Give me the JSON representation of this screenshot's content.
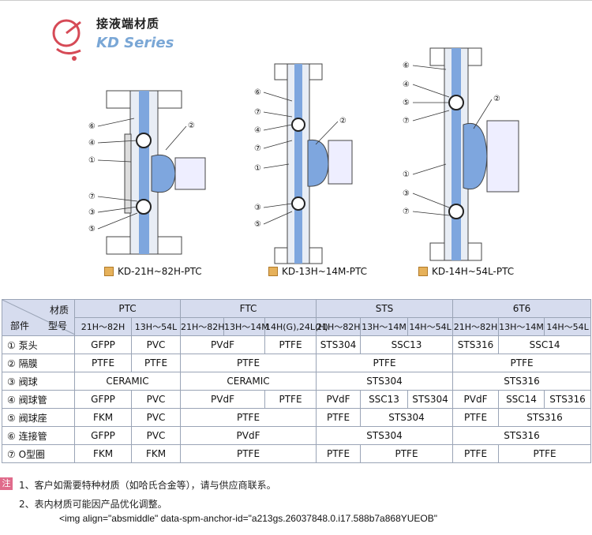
{
  "header": {
    "title_zh": "接液端材质",
    "title_en": "KD Series"
  },
  "diagrams": [
    {
      "caption": "KD-21H~82H-PTC",
      "callouts": [
        "⑥",
        "④",
        "①",
        "⑦",
        "③",
        "⑤",
        "②"
      ]
    },
    {
      "caption": "KD-13H~14M-PTC",
      "callouts": [
        "⑥",
        "⑦",
        "④",
        "⑦",
        "①",
        "③",
        "⑤",
        "②"
      ]
    },
    {
      "caption": "KD-14H~54L-PTC",
      "callouts": [
        "⑥",
        "④",
        "⑤",
        "⑦",
        "①",
        "③",
        "⑦",
        "②"
      ]
    }
  ],
  "table": {
    "corner": {
      "material": "材质",
      "part": "部件",
      "model": "型号"
    },
    "groups": [
      "PTC",
      "FTC",
      "STS",
      "6T6"
    ],
    "models": [
      "21H～82H",
      "13H～54L",
      "21H～82H",
      "13H～14M",
      "14H(G),24L(H)",
      "21H～82H",
      "13H～14M",
      "14H～54L",
      "21H～82H",
      "13H～14M",
      "14H～54L"
    ],
    "rows": [
      {
        "label": "① 泵头",
        "cells": [
          [
            "GFPP",
            1
          ],
          [
            "PVC",
            1
          ],
          [
            "PVdF",
            2
          ],
          [
            "PTFE",
            1
          ],
          [
            "STS304",
            1
          ],
          [
            "SSC13",
            2
          ],
          [
            "STS316",
            1
          ],
          [
            "SSC14",
            2
          ]
        ]
      },
      {
        "label": "② 隔膜",
        "cells": [
          [
            "PTFE",
            1
          ],
          [
            "PTFE",
            1
          ],
          [
            "PTFE",
            3
          ],
          [
            "PTFE",
            3
          ],
          [
            "PTFE",
            3
          ]
        ]
      },
      {
        "label": "③ 阀球",
        "cells": [
          [
            "CERAMIC",
            2
          ],
          [
            "CERAMIC",
            3
          ],
          [
            "STS304",
            3
          ],
          [
            "STS316",
            3
          ]
        ]
      },
      {
        "label": "④ 阀球管",
        "cells": [
          [
            "GFPP",
            1
          ],
          [
            "PVC",
            1
          ],
          [
            "PVdF",
            2
          ],
          [
            "PTFE",
            1
          ],
          [
            "PVdF",
            1
          ],
          [
            "SSC13",
            1
          ],
          [
            "STS304",
            1
          ],
          [
            "PVdF",
            1
          ],
          [
            "SSC14",
            1
          ],
          [
            "STS316",
            1
          ]
        ]
      },
      {
        "label": "⑤ 阀球座",
        "cells": [
          [
            "FKM",
            1
          ],
          [
            "PVC",
            1
          ],
          [
            "PTFE",
            3
          ],
          [
            "PTFE",
            1
          ],
          [
            "STS304",
            2
          ],
          [
            "PTFE",
            1
          ],
          [
            "STS316",
            2
          ]
        ]
      },
      {
        "label": "⑥ 连接管",
        "cells": [
          [
            "GFPP",
            1
          ],
          [
            "PVC",
            1
          ],
          [
            "PVdF",
            3
          ],
          [
            "STS304",
            3
          ],
          [
            "STS316",
            3
          ]
        ]
      },
      {
        "label": "⑦ O型圈",
        "cells": [
          [
            "FKM",
            1
          ],
          [
            "FKM",
            1
          ],
          [
            "PTFE",
            3
          ],
          [
            "PTFE",
            1
          ],
          [
            "PTFE",
            2
          ],
          [
            "PTFE",
            1
          ],
          [
            "PTFE",
            2
          ]
        ]
      }
    ]
  },
  "notes": {
    "badge": "注",
    "items": [
      "1、客户如需要特种材质（如哈氏合金等），请与供应商联系。",
      "2、表内材质可能因产品优化调整。"
    ]
  },
  "img_tag_text": "<img align=\"absmiddle\" data-spm-anchor-id=\"a213gs.26037848.0.i17.588b7a868YUEOB\""
}
